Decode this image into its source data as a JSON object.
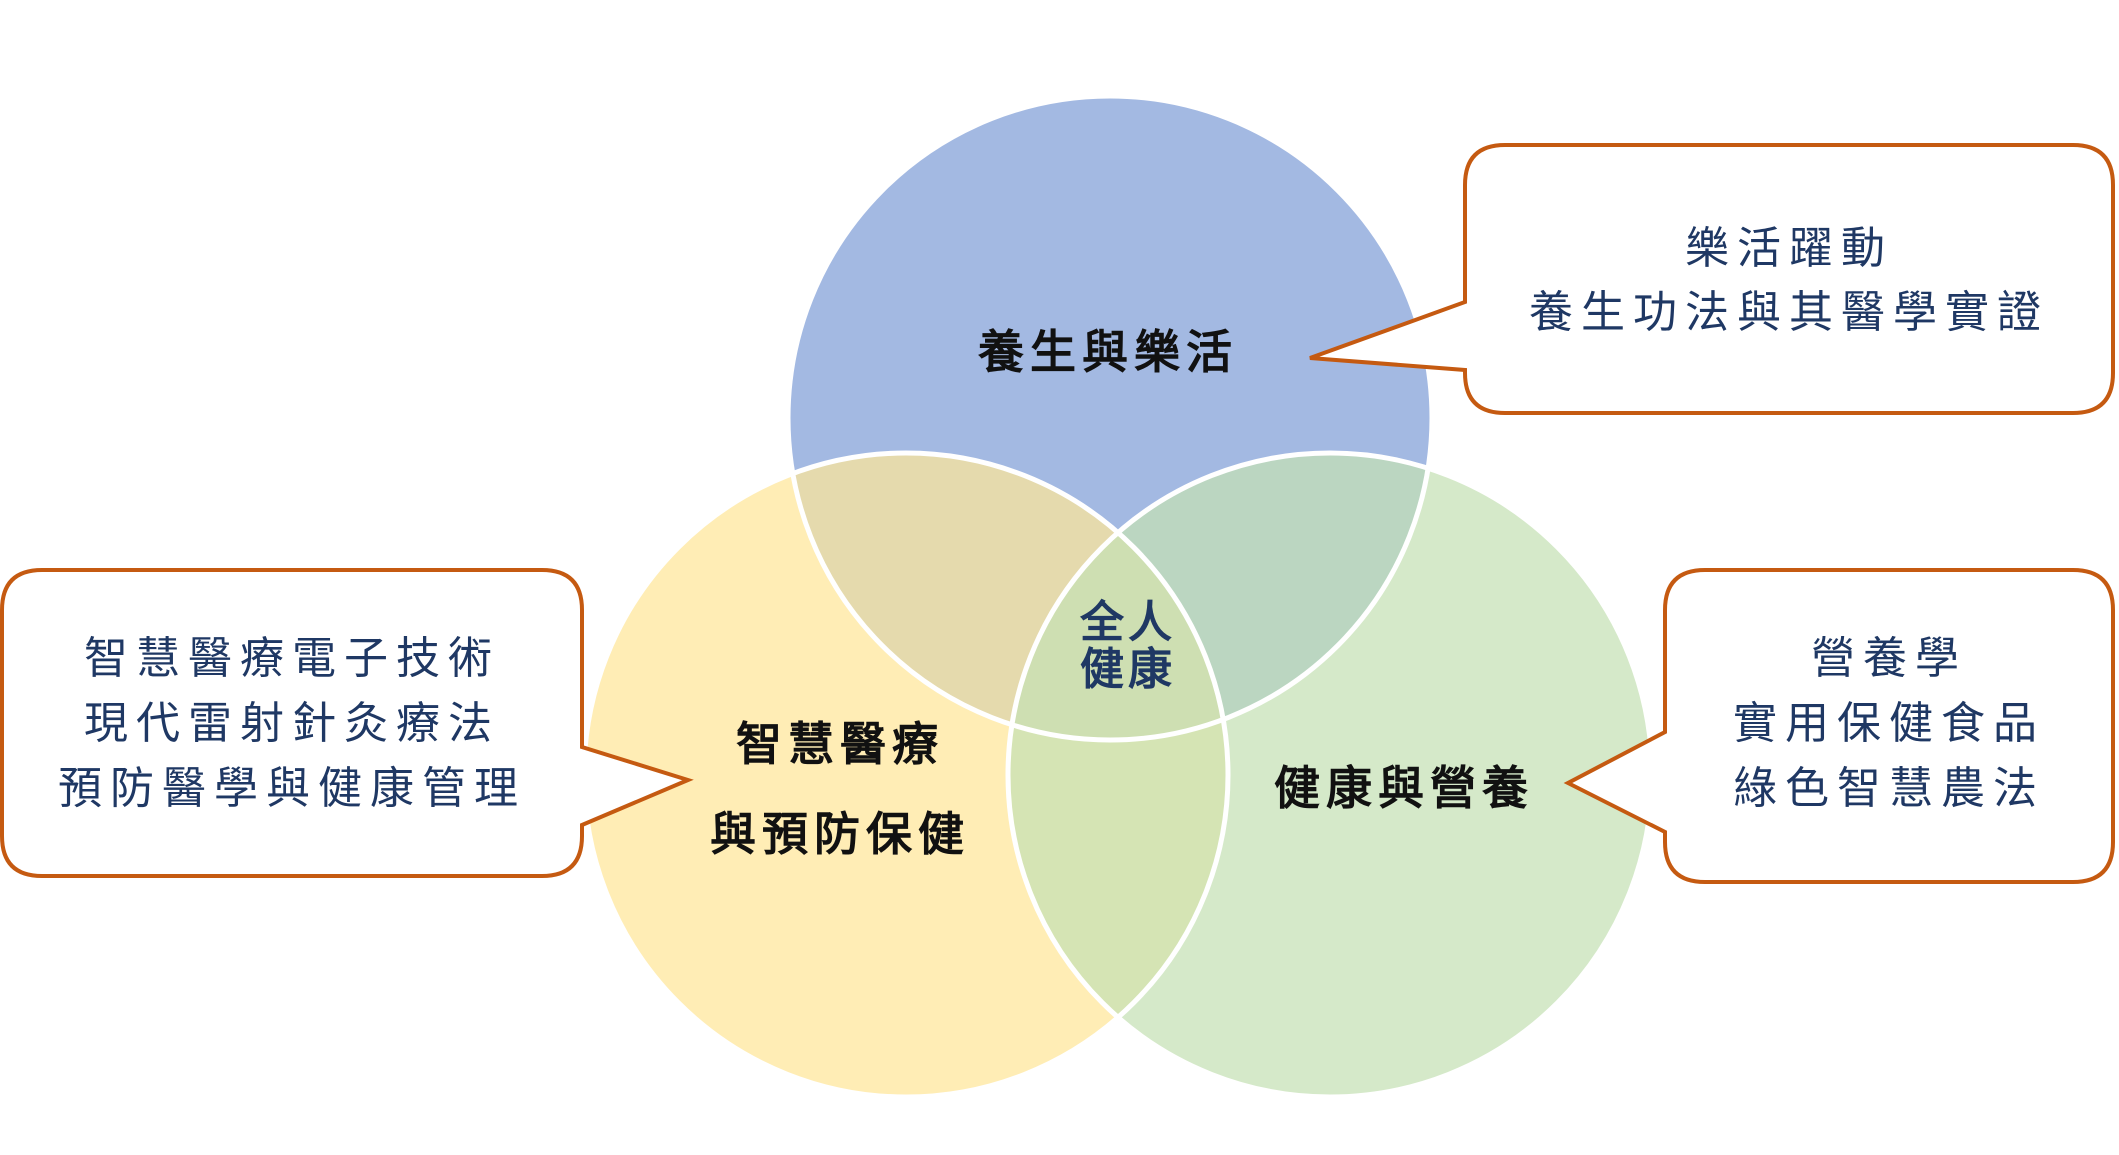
{
  "circles": {
    "top": {
      "label": "養生與樂活",
      "color": "#8faadc"
    },
    "left": {
      "label_line1": "智慧醫療",
      "label_line2": "與預防保健",
      "color": "#ffe699"
    },
    "right": {
      "label": "健康與營養",
      "color": "#c5e0b4"
    }
  },
  "center": {
    "line1": "全人",
    "line2": "健康"
  },
  "callouts": {
    "top_right": {
      "lines": [
        "樂活躍動",
        "養生功法與其醫學實證"
      ]
    },
    "left": {
      "lines": [
        "智慧醫療電子技術",
        "現代雷射針灸療法",
        "預防醫學與健康管理"
      ]
    },
    "bottom_right": {
      "lines": [
        "營養學",
        "實用保健食品",
        "綠色智慧農法"
      ]
    }
  },
  "colors": {
    "callout_border": "#c55a11",
    "text_dark": "#1f3864"
  }
}
